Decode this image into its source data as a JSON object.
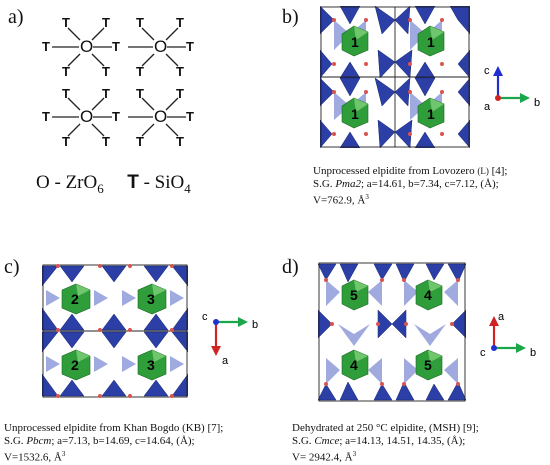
{
  "panels": {
    "a": {
      "label": "a)",
      "atom_T": "T",
      "atom_O": "O",
      "legend": {
        "o_symbol": "O",
        "o_text": "ZrO",
        "o_sub": "6",
        "t_symbol": "T",
        "t_text": "SiO",
        "t_sub": "4"
      }
    },
    "b": {
      "label": "b)",
      "site_labels": [
        "1",
        "1",
        "1",
        "1"
      ],
      "axes": {
        "up": "c",
        "right": "b",
        "origin": "a"
      },
      "caption": {
        "line1_pre": "Unprocessed elpidite from Lovozero ",
        "line1_small": "(L)",
        "line1_post": " [4];",
        "line2_pre": "S.G. ",
        "line2_sg": "Pma2",
        "line2_post": "; a=14.61, b=7.34, c=7.12, (Å);",
        "line3": "V=762.9, Å",
        "line3_sup": "3"
      }
    },
    "c": {
      "label": "c)",
      "site_labels": [
        "2",
        "3",
        "2",
        "3"
      ],
      "axes": {
        "down": "a",
        "right": "b",
        "origin": "c"
      },
      "caption": {
        "line1": "Unprocessed elpidite from Khan Bogdo (KB) [7];",
        "line2_pre": "S.G. ",
        "line2_sg": "Pbcm",
        "line2_post": "; a=7.13, b=14.69, c=14.64,  (Å);",
        "line3": "V=1532.6, Å",
        "line3_sup": "3"
      }
    },
    "d": {
      "label": "d)",
      "site_labels": [
        "5",
        "4",
        "4",
        "5"
      ],
      "axes": {
        "up": "a",
        "right": "b",
        "origin": "c"
      },
      "caption": {
        "line1": "Dehydrated at 250 °C elpidite, (MSH) [9];",
        "line2_pre": "S.G. ",
        "line2_sg": "Cmce",
        "line2_post": "; a=14.13, 14.51, 14.35, (Å);",
        "line3": "V= 2942.4, Å",
        "line3_sup": "3"
      }
    }
  },
  "colors": {
    "tetrahedra": "#2b3fa6",
    "tetrahedra_light": "#7f8fd6",
    "octahedra": "#2f9e3a",
    "octahedra_light": "#7fd07a",
    "axis_up": "#1f2fd0",
    "axis_right": "#1aa64a",
    "axis_down": "#d02424",
    "atom": "#d9534f"
  }
}
